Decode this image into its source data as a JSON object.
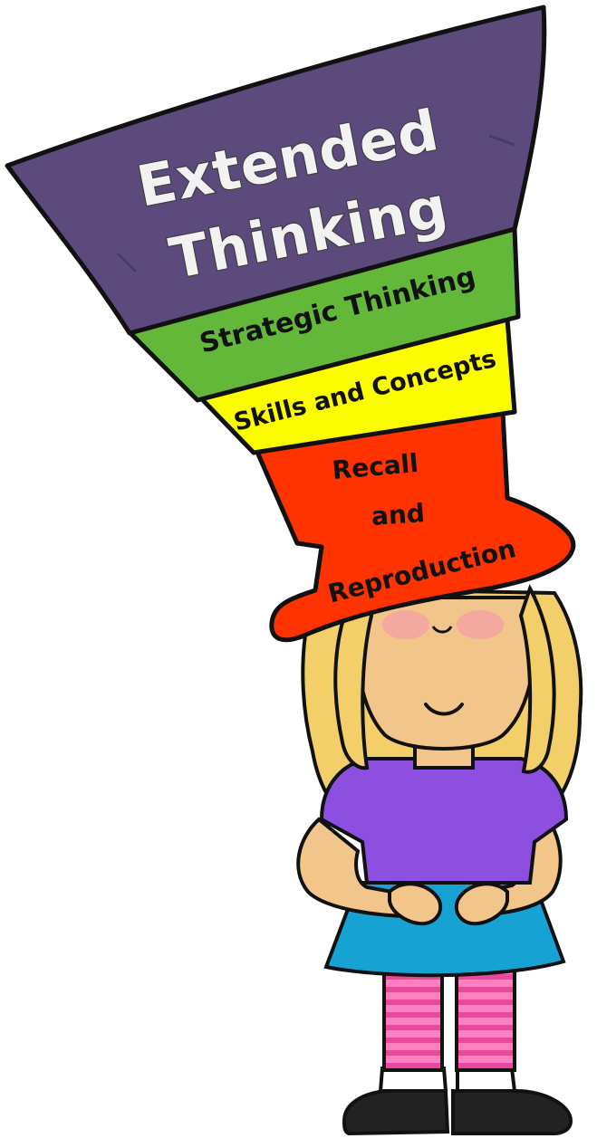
{
  "diagram": {
    "levels": [
      {
        "id": "extended",
        "lines": [
          "Extended",
          "Thinking"
        ],
        "color": "#5c4a7d"
      },
      {
        "id": "strategic",
        "lines": [
          "Strategic Thinking"
        ],
        "color": "#63b83a"
      },
      {
        "id": "skills",
        "lines": [
          "Skills and Concepts"
        ],
        "color": "#fcfc00"
      },
      {
        "id": "recall",
        "lines": [
          "Recall",
          "and",
          "Reproduction"
        ],
        "color": "#ff3300"
      }
    ],
    "colors": {
      "outline": "#111111",
      "skin": "#f2c58a",
      "hair": "#f3cf6a",
      "hair_shade": "#e0b64e",
      "shirt": "#8c4fe0",
      "skirt": "#17a2d4",
      "leggings_pink": "#ff7fc1",
      "leggings_stripe": "#e9489d",
      "shoes": "#222222",
      "socks": "#ffffff",
      "cheeks": "#f4a3a3"
    }
  }
}
